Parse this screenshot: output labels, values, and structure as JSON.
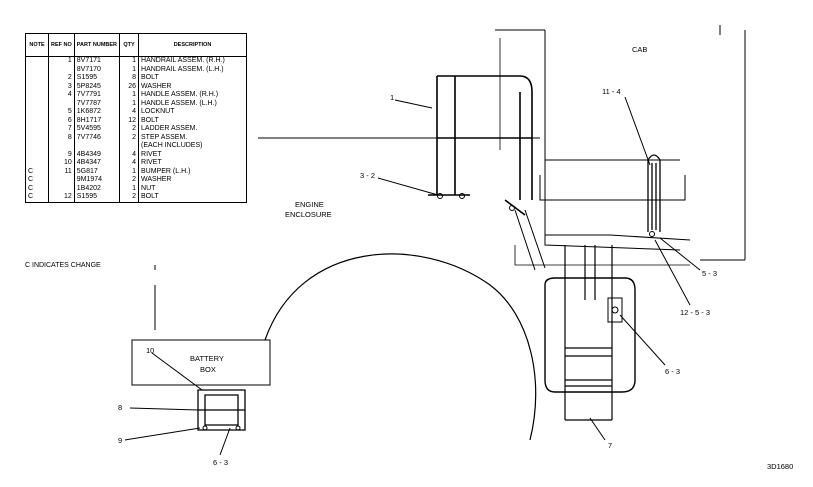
{
  "table": {
    "headers": {
      "note": "NOTE",
      "ref_no": "REF NO",
      "part_number": "PART NUMBER",
      "qty": "QTY",
      "description": "DESCRIPTION"
    },
    "rows": [
      {
        "note": "",
        "ref": "1",
        "part": "8V7171",
        "qty": "1",
        "desc": "HANDRAIL ASSEM. (R.H.)"
      },
      {
        "note": "",
        "ref": "",
        "part": "8V7170",
        "qty": "1",
        "desc": "HANDRAIL ASSEM. (L.H.)"
      },
      {
        "note": "",
        "ref": "2",
        "part": "S1595",
        "qty": "8",
        "desc": "BOLT"
      },
      {
        "note": "",
        "ref": "3",
        "part": "5P8245",
        "qty": "26",
        "desc": "WASHER"
      },
      {
        "note": "",
        "ref": "4",
        "part": "7V7791",
        "qty": "1",
        "desc": "HANDLE ASSEM. (R.H.)"
      },
      {
        "note": "",
        "ref": "",
        "part": "7V7787",
        "qty": "1",
        "desc": "HANDLE ASSEM. (L.H.)"
      },
      {
        "note": "",
        "ref": "5",
        "part": "1K6872",
        "qty": "4",
        "desc": "LOCKNUT"
      },
      {
        "note": "",
        "ref": "6",
        "part": "8H1717",
        "qty": "12",
        "desc": "BOLT"
      },
      {
        "note": "",
        "ref": "7",
        "part": "5V4595",
        "qty": "2",
        "desc": "LADDER ASSEM."
      },
      {
        "note": "",
        "ref": "8",
        "part": "7V7746",
        "qty": "2",
        "desc": "STEP ASSEM."
      },
      {
        "note": "",
        "ref": "",
        "part": "",
        "qty": "",
        "desc": "(EACH INCLUDES)"
      },
      {
        "note": "",
        "ref": "9",
        "part": "4B4349",
        "qty": "4",
        "desc": "RIVET"
      },
      {
        "note": "",
        "ref": "10",
        "part": "4B4347",
        "qty": "4",
        "desc": "RIVET"
      },
      {
        "note": "C",
        "ref": "11",
        "part": "5G817",
        "qty": "1",
        "desc": "BUMPER (L.H.)"
      },
      {
        "note": "C",
        "ref": "",
        "part": "9M1974",
        "qty": "2",
        "desc": "WASHER"
      },
      {
        "note": "C",
        "ref": "",
        "part": "1B4202",
        "qty": "1",
        "desc": "NUT"
      },
      {
        "note": "C",
        "ref": "12",
        "part": "S1595",
        "qty": "2",
        "desc": "BOLT"
      }
    ]
  },
  "change_note": "C    INDICATES CHANGE",
  "labels": {
    "cab": "CAB",
    "engine_enclosure_1": "ENGINE",
    "engine_enclosure_2": "ENCLOSURE",
    "battery_box_1": "BATTERY",
    "battery_box_2": "BOX",
    "callout_1": "1",
    "callout_3_2": "3 - 2",
    "callout_11_4": "11 - 4",
    "callout_5_3": "5 - 3",
    "callout_12_5_3": "12 - 5 - 3",
    "callout_6_3_right": "6 - 3",
    "callout_7": "7",
    "callout_10": "10",
    "callout_8": "8",
    "callout_9": "9",
    "callout_6_3_left": "6 - 3"
  },
  "drawing_code": "3D1680"
}
